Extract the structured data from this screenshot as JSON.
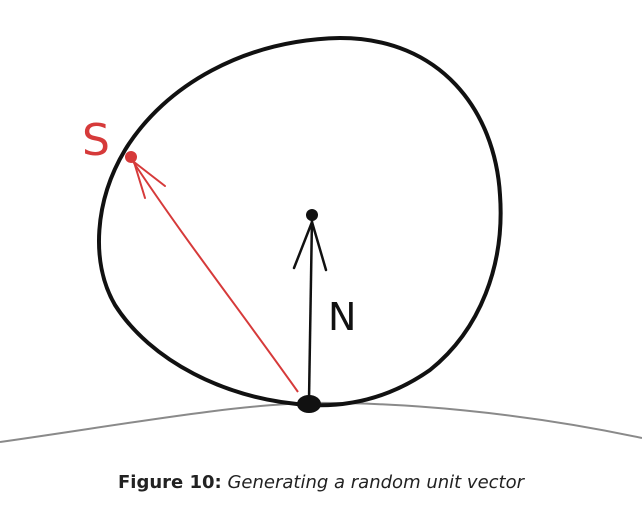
{
  "figure": {
    "label_s": "S",
    "label_n": "N",
    "caption_label": "Figure 10:",
    "caption_text": "Generating a random unit vector"
  },
  "colors": {
    "ink": "#111111",
    "accent": "#d63a3a",
    "ground": "#8a8a8a",
    "background": "#ffffff"
  }
}
